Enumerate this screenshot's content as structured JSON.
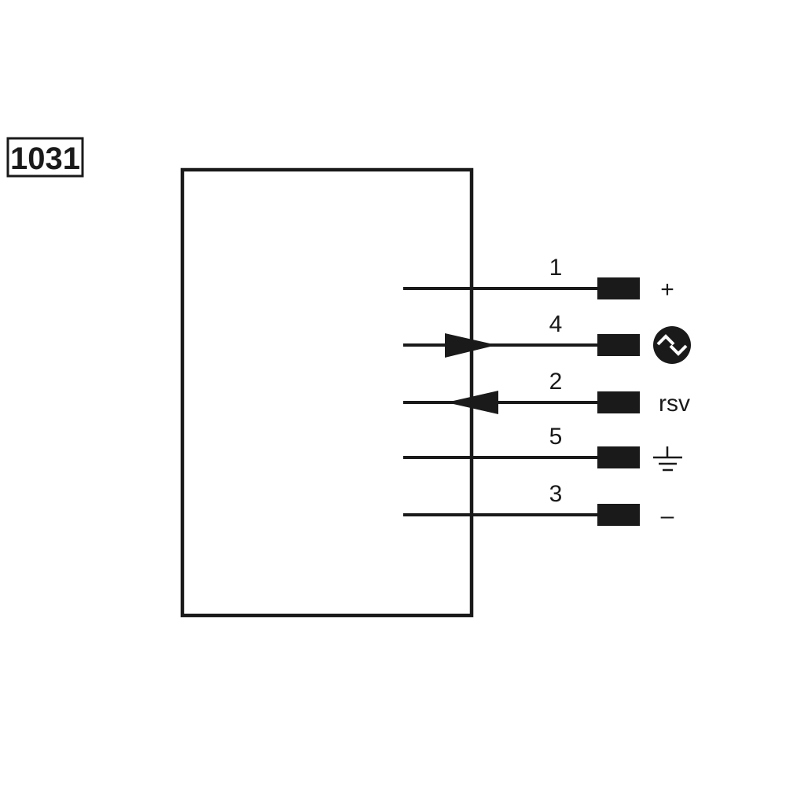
{
  "diagram": {
    "code": "1031",
    "line_color": "#1a1a1a",
    "pins": [
      {
        "number": "1",
        "symbol_text": "+",
        "symbol": "plus",
        "arrow": "none"
      },
      {
        "number": "4",
        "symbol_text": "",
        "symbol": "communication-icon",
        "arrow": "out"
      },
      {
        "number": "2",
        "symbol_text": "rsv",
        "symbol": "text",
        "arrow": "in"
      },
      {
        "number": "5",
        "symbol_text": "",
        "symbol": "ground-icon",
        "arrow": "none"
      },
      {
        "number": "3",
        "symbol_text": "–",
        "symbol": "minus",
        "arrow": "none"
      }
    ]
  }
}
